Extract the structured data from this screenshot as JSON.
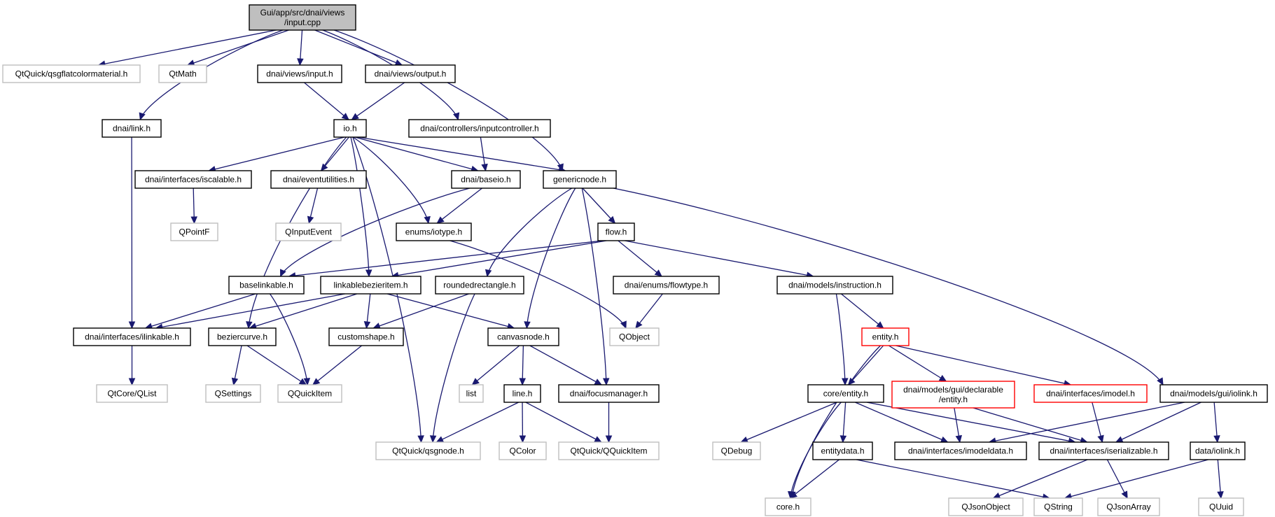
{
  "graph": {
    "nodes": [
      {
        "id": "root",
        "lines": [
          "Gui/app/src/dnai/views",
          "/input.cpp"
        ],
        "kind": "root"
      },
      {
        "id": "qsgflat",
        "lines": [
          "QtQuick/qsgflatcolormaterial.h"
        ],
        "kind": "missing"
      },
      {
        "id": "qtmath",
        "lines": [
          "QtMath"
        ],
        "kind": "missing"
      },
      {
        "id": "views_input",
        "lines": [
          "dnai/views/input.h"
        ],
        "kind": "header"
      },
      {
        "id": "views_output",
        "lines": [
          "dnai/views/output.h"
        ],
        "kind": "header"
      },
      {
        "id": "link",
        "lines": [
          "dnai/link.h"
        ],
        "kind": "header"
      },
      {
        "id": "io",
        "lines": [
          "io.h"
        ],
        "kind": "header"
      },
      {
        "id": "inputcontroller",
        "lines": [
          "dnai/controllers/inputcontroller.h"
        ],
        "kind": "header"
      },
      {
        "id": "iscalable",
        "lines": [
          "dnai/interfaces/iscalable.h"
        ],
        "kind": "header"
      },
      {
        "id": "eventutilities",
        "lines": [
          "dnai/eventutilities.h"
        ],
        "kind": "header"
      },
      {
        "id": "baseio",
        "lines": [
          "dnai/baseio.h"
        ],
        "kind": "header"
      },
      {
        "id": "genericnode",
        "lines": [
          "genericnode.h"
        ],
        "kind": "header"
      },
      {
        "id": "qpointf",
        "lines": [
          "QPointF"
        ],
        "kind": "missing"
      },
      {
        "id": "qinputevent",
        "lines": [
          "QInputEvent"
        ],
        "kind": "missing"
      },
      {
        "id": "iotype",
        "lines": [
          "enums/iotype.h"
        ],
        "kind": "header"
      },
      {
        "id": "flow",
        "lines": [
          "flow.h"
        ],
        "kind": "header"
      },
      {
        "id": "baselinkable",
        "lines": [
          "baselinkable.h"
        ],
        "kind": "header"
      },
      {
        "id": "linkablebezier",
        "lines": [
          "linkablebezieritem.h"
        ],
        "kind": "header"
      },
      {
        "id": "roundedrect",
        "lines": [
          "roundedrectangle.h"
        ],
        "kind": "header"
      },
      {
        "id": "flowtype",
        "lines": [
          "dnai/enums/flowtype.h"
        ],
        "kind": "header"
      },
      {
        "id": "instruction",
        "lines": [
          "dnai/models/instruction.h"
        ],
        "kind": "header"
      },
      {
        "id": "ilinkable",
        "lines": [
          "dnai/interfaces/ilinkable.h"
        ],
        "kind": "header"
      },
      {
        "id": "beziercurve",
        "lines": [
          "beziercurve.h"
        ],
        "kind": "header"
      },
      {
        "id": "customshape",
        "lines": [
          "customshape.h"
        ],
        "kind": "header"
      },
      {
        "id": "canvasnode",
        "lines": [
          "canvasnode.h"
        ],
        "kind": "header"
      },
      {
        "id": "qobject",
        "lines": [
          "QObject"
        ],
        "kind": "missing"
      },
      {
        "id": "entity",
        "lines": [
          "entity.h"
        ],
        "kind": "incomplete"
      },
      {
        "id": "qlist",
        "lines": [
          "QtCore/QList"
        ],
        "kind": "missing"
      },
      {
        "id": "qsettings",
        "lines": [
          "QSettings"
        ],
        "kind": "missing"
      },
      {
        "id": "qquickitem",
        "lines": [
          "QQuickItem"
        ],
        "kind": "missing"
      },
      {
        "id": "list",
        "lines": [
          "list"
        ],
        "kind": "missing"
      },
      {
        "id": "line",
        "lines": [
          "line.h"
        ],
        "kind": "header"
      },
      {
        "id": "focusmanager",
        "lines": [
          "dnai/focusmanager.h"
        ],
        "kind": "header"
      },
      {
        "id": "coreentity",
        "lines": [
          "core/entity.h"
        ],
        "kind": "header"
      },
      {
        "id": "declarable",
        "lines": [
          "dnai/models/gui/declarable",
          "/entity.h"
        ],
        "kind": "incomplete"
      },
      {
        "id": "imodel",
        "lines": [
          "dnai/interfaces/imodel.h"
        ],
        "kind": "incomplete"
      },
      {
        "id": "iolink",
        "lines": [
          "dnai/models/gui/iolink.h"
        ],
        "kind": "header"
      },
      {
        "id": "qsgnode",
        "lines": [
          "QtQuick/qsgnode.h"
        ],
        "kind": "missing"
      },
      {
        "id": "qcolor",
        "lines": [
          "QColor"
        ],
        "kind": "missing"
      },
      {
        "id": "qtquickitem",
        "lines": [
          "QtQuick/QQuickItem"
        ],
        "kind": "missing"
      },
      {
        "id": "qdebug",
        "lines": [
          "QDebug"
        ],
        "kind": "missing"
      },
      {
        "id": "imodeldata",
        "lines": [
          "dnai/interfaces/imodeldata.h"
        ],
        "kind": "header"
      },
      {
        "id": "iserializable",
        "lines": [
          "dnai/interfaces/iserializable.h"
        ],
        "kind": "header"
      },
      {
        "id": "entitydata",
        "lines": [
          "entitydata.h"
        ],
        "kind": "header"
      },
      {
        "id": "data_iolink",
        "lines": [
          "data/iolink.h"
        ],
        "kind": "header"
      },
      {
        "id": "coreh",
        "lines": [
          "core.h"
        ],
        "kind": "missing"
      },
      {
        "id": "qjsonobject",
        "lines": [
          "QJsonObject"
        ],
        "kind": "missing"
      },
      {
        "id": "qstring",
        "lines": [
          "QString"
        ],
        "kind": "missing"
      },
      {
        "id": "qjsonarray",
        "lines": [
          "QJsonArray"
        ],
        "kind": "missing"
      },
      {
        "id": "quuid",
        "lines": [
          "QUuid"
        ],
        "kind": "missing"
      }
    ],
    "edges": [
      [
        "root",
        "qsgflat"
      ],
      [
        "root",
        "qtmath"
      ],
      [
        "root",
        "views_input"
      ],
      [
        "root",
        "views_output"
      ],
      [
        "root",
        "link"
      ],
      [
        "root",
        "inputcontroller"
      ],
      [
        "root",
        "genericnode"
      ],
      [
        "views_input",
        "io"
      ],
      [
        "views_output",
        "io"
      ],
      [
        "link",
        "ilinkable"
      ],
      [
        "io",
        "iscalable"
      ],
      [
        "io",
        "eventutilities"
      ],
      [
        "io",
        "baseio"
      ],
      [
        "io",
        "genericnode"
      ],
      [
        "io",
        "iotype"
      ],
      [
        "io",
        "linkablebezier"
      ],
      [
        "io",
        "beziercurve"
      ],
      [
        "io",
        "qsgnode"
      ],
      [
        "inputcontroller",
        "baseio"
      ],
      [
        "iscalable",
        "qpointf"
      ],
      [
        "eventutilities",
        "qinputevent"
      ],
      [
        "baseio",
        "iotype"
      ],
      [
        "baseio",
        "baselinkable"
      ],
      [
        "genericnode",
        "flow"
      ],
      [
        "genericnode",
        "roundedrect"
      ],
      [
        "genericnode",
        "canvasnode"
      ],
      [
        "genericnode",
        "focusmanager"
      ],
      [
        "genericnode",
        "iolink"
      ],
      [
        "iotype",
        "qobject"
      ],
      [
        "flow",
        "baselinkable"
      ],
      [
        "flow",
        "linkablebezier"
      ],
      [
        "flow",
        "flowtype"
      ],
      [
        "flow",
        "instruction"
      ],
      [
        "baselinkable",
        "ilinkable"
      ],
      [
        "baselinkable",
        "qquickitem"
      ],
      [
        "linkablebezier",
        "ilinkable"
      ],
      [
        "linkablebezier",
        "beziercurve"
      ],
      [
        "linkablebezier",
        "customshape"
      ],
      [
        "linkablebezier",
        "canvasnode"
      ],
      [
        "roundedrect",
        "customshape"
      ],
      [
        "roundedrect",
        "qsgnode"
      ],
      [
        "flowtype",
        "qobject"
      ],
      [
        "instruction",
        "entity"
      ],
      [
        "instruction",
        "coreentity"
      ],
      [
        "ilinkable",
        "qlist"
      ],
      [
        "beziercurve",
        "qsettings"
      ],
      [
        "beziercurve",
        "qquickitem"
      ],
      [
        "customshape",
        "qquickitem"
      ],
      [
        "canvasnode",
        "list"
      ],
      [
        "canvasnode",
        "line"
      ],
      [
        "canvasnode",
        "focusmanager"
      ],
      [
        "entity",
        "coreentity"
      ],
      [
        "entity",
        "declarable"
      ],
      [
        "entity",
        "imodel"
      ],
      [
        "entity",
        "coreh"
      ],
      [
        "line",
        "qsgnode"
      ],
      [
        "line",
        "qcolor"
      ],
      [
        "line",
        "qtquickitem"
      ],
      [
        "focusmanager",
        "qtquickitem"
      ],
      [
        "coreentity",
        "qdebug"
      ],
      [
        "coreentity",
        "entitydata"
      ],
      [
        "coreentity",
        "imodeldata"
      ],
      [
        "coreentity",
        "iserializable"
      ],
      [
        "coreentity",
        "coreh"
      ],
      [
        "declarable",
        "imodeldata"
      ],
      [
        "declarable",
        "iserializable"
      ],
      [
        "imodel",
        "iserializable"
      ],
      [
        "iolink",
        "imodeldata"
      ],
      [
        "iolink",
        "iserializable"
      ],
      [
        "iolink",
        "data_iolink"
      ],
      [
        "iserializable",
        "qjsonobject"
      ],
      [
        "iserializable",
        "qjsonarray"
      ],
      [
        "entitydata",
        "coreh"
      ],
      [
        "entitydata",
        "qstring"
      ],
      [
        "data_iolink",
        "qstring"
      ],
      [
        "data_iolink",
        "quuid"
      ]
    ]
  }
}
